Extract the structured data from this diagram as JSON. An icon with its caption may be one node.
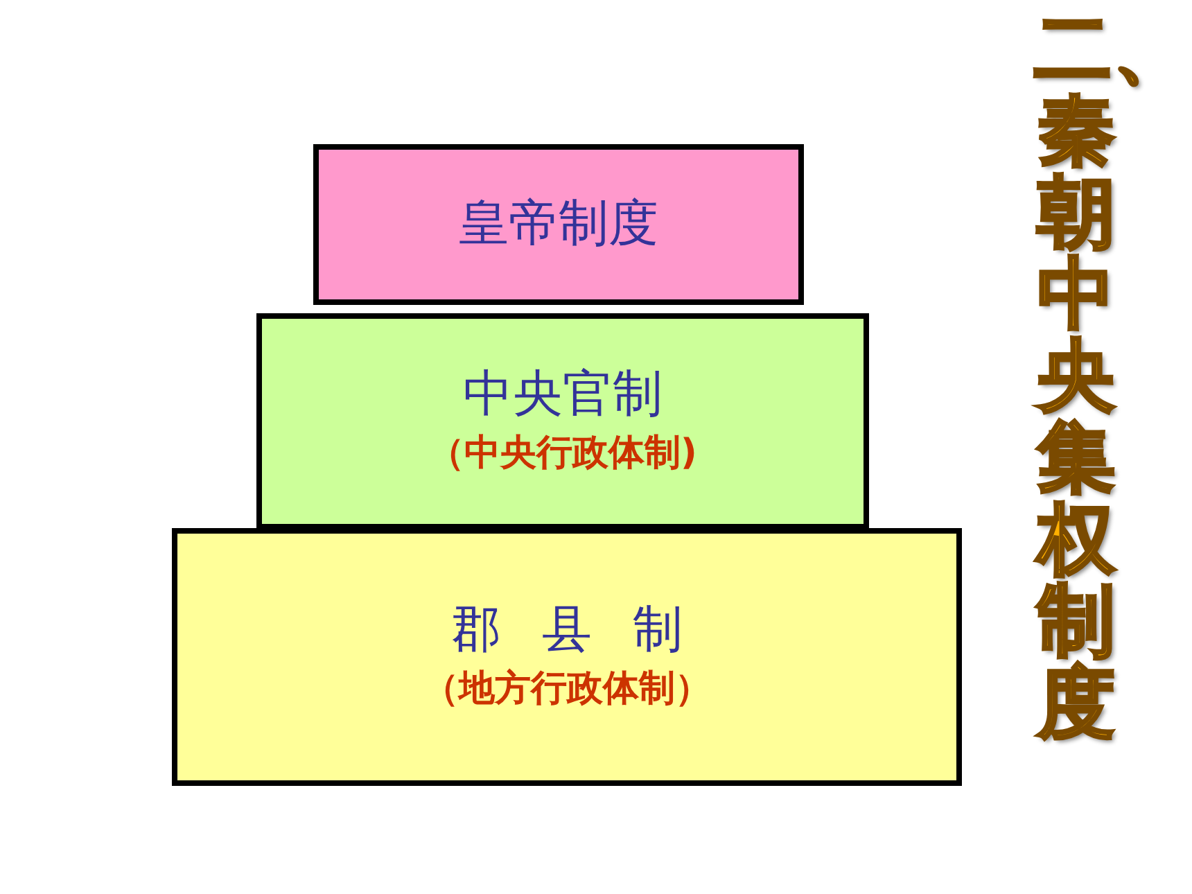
{
  "diagram": {
    "title": "二、秦朝中央集权制度",
    "nodes": [
      {
        "text": [
          "皇帝制度"
        ]
      },
      {
        "text": [
          "中央官制",
          "（中央行政体制)"
        ]
      },
      {
        "text": [
          "郡 县 制",
          "（地方行政体制）"
        ]
      }
    ]
  }
}
